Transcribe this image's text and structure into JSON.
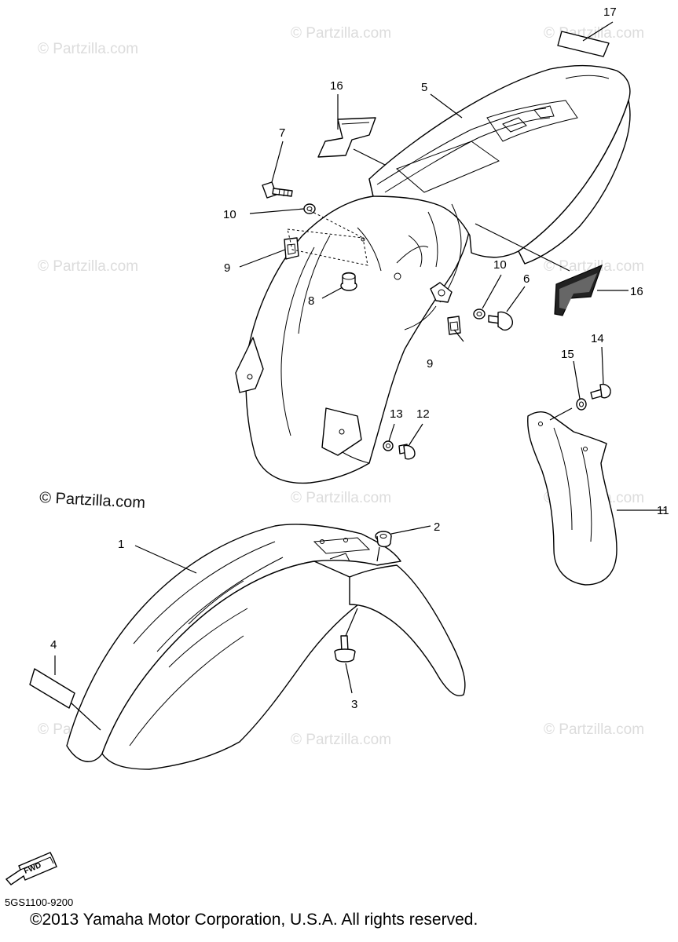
{
  "watermark_text": "© Partzilla.com",
  "callouts": {
    "c1": "1",
    "c2": "2",
    "c3": "3",
    "c4": "4",
    "c5": "5",
    "c6": "6",
    "c7": "7",
    "c8": "8",
    "c9a": "9",
    "c9b": "9",
    "c10a": "10",
    "c10b": "10",
    "c11": "11",
    "c12": "12",
    "c13": "13",
    "c14": "14",
    "c15": "15",
    "c16a": "16",
    "c16b": "16",
    "c17": "17"
  },
  "fwd_label": "FWD",
  "diagram_code": "5GS1100-9200",
  "copyright": "©2013 Yamaha Motor Corporation, U.S.A. All rights reserved."
}
